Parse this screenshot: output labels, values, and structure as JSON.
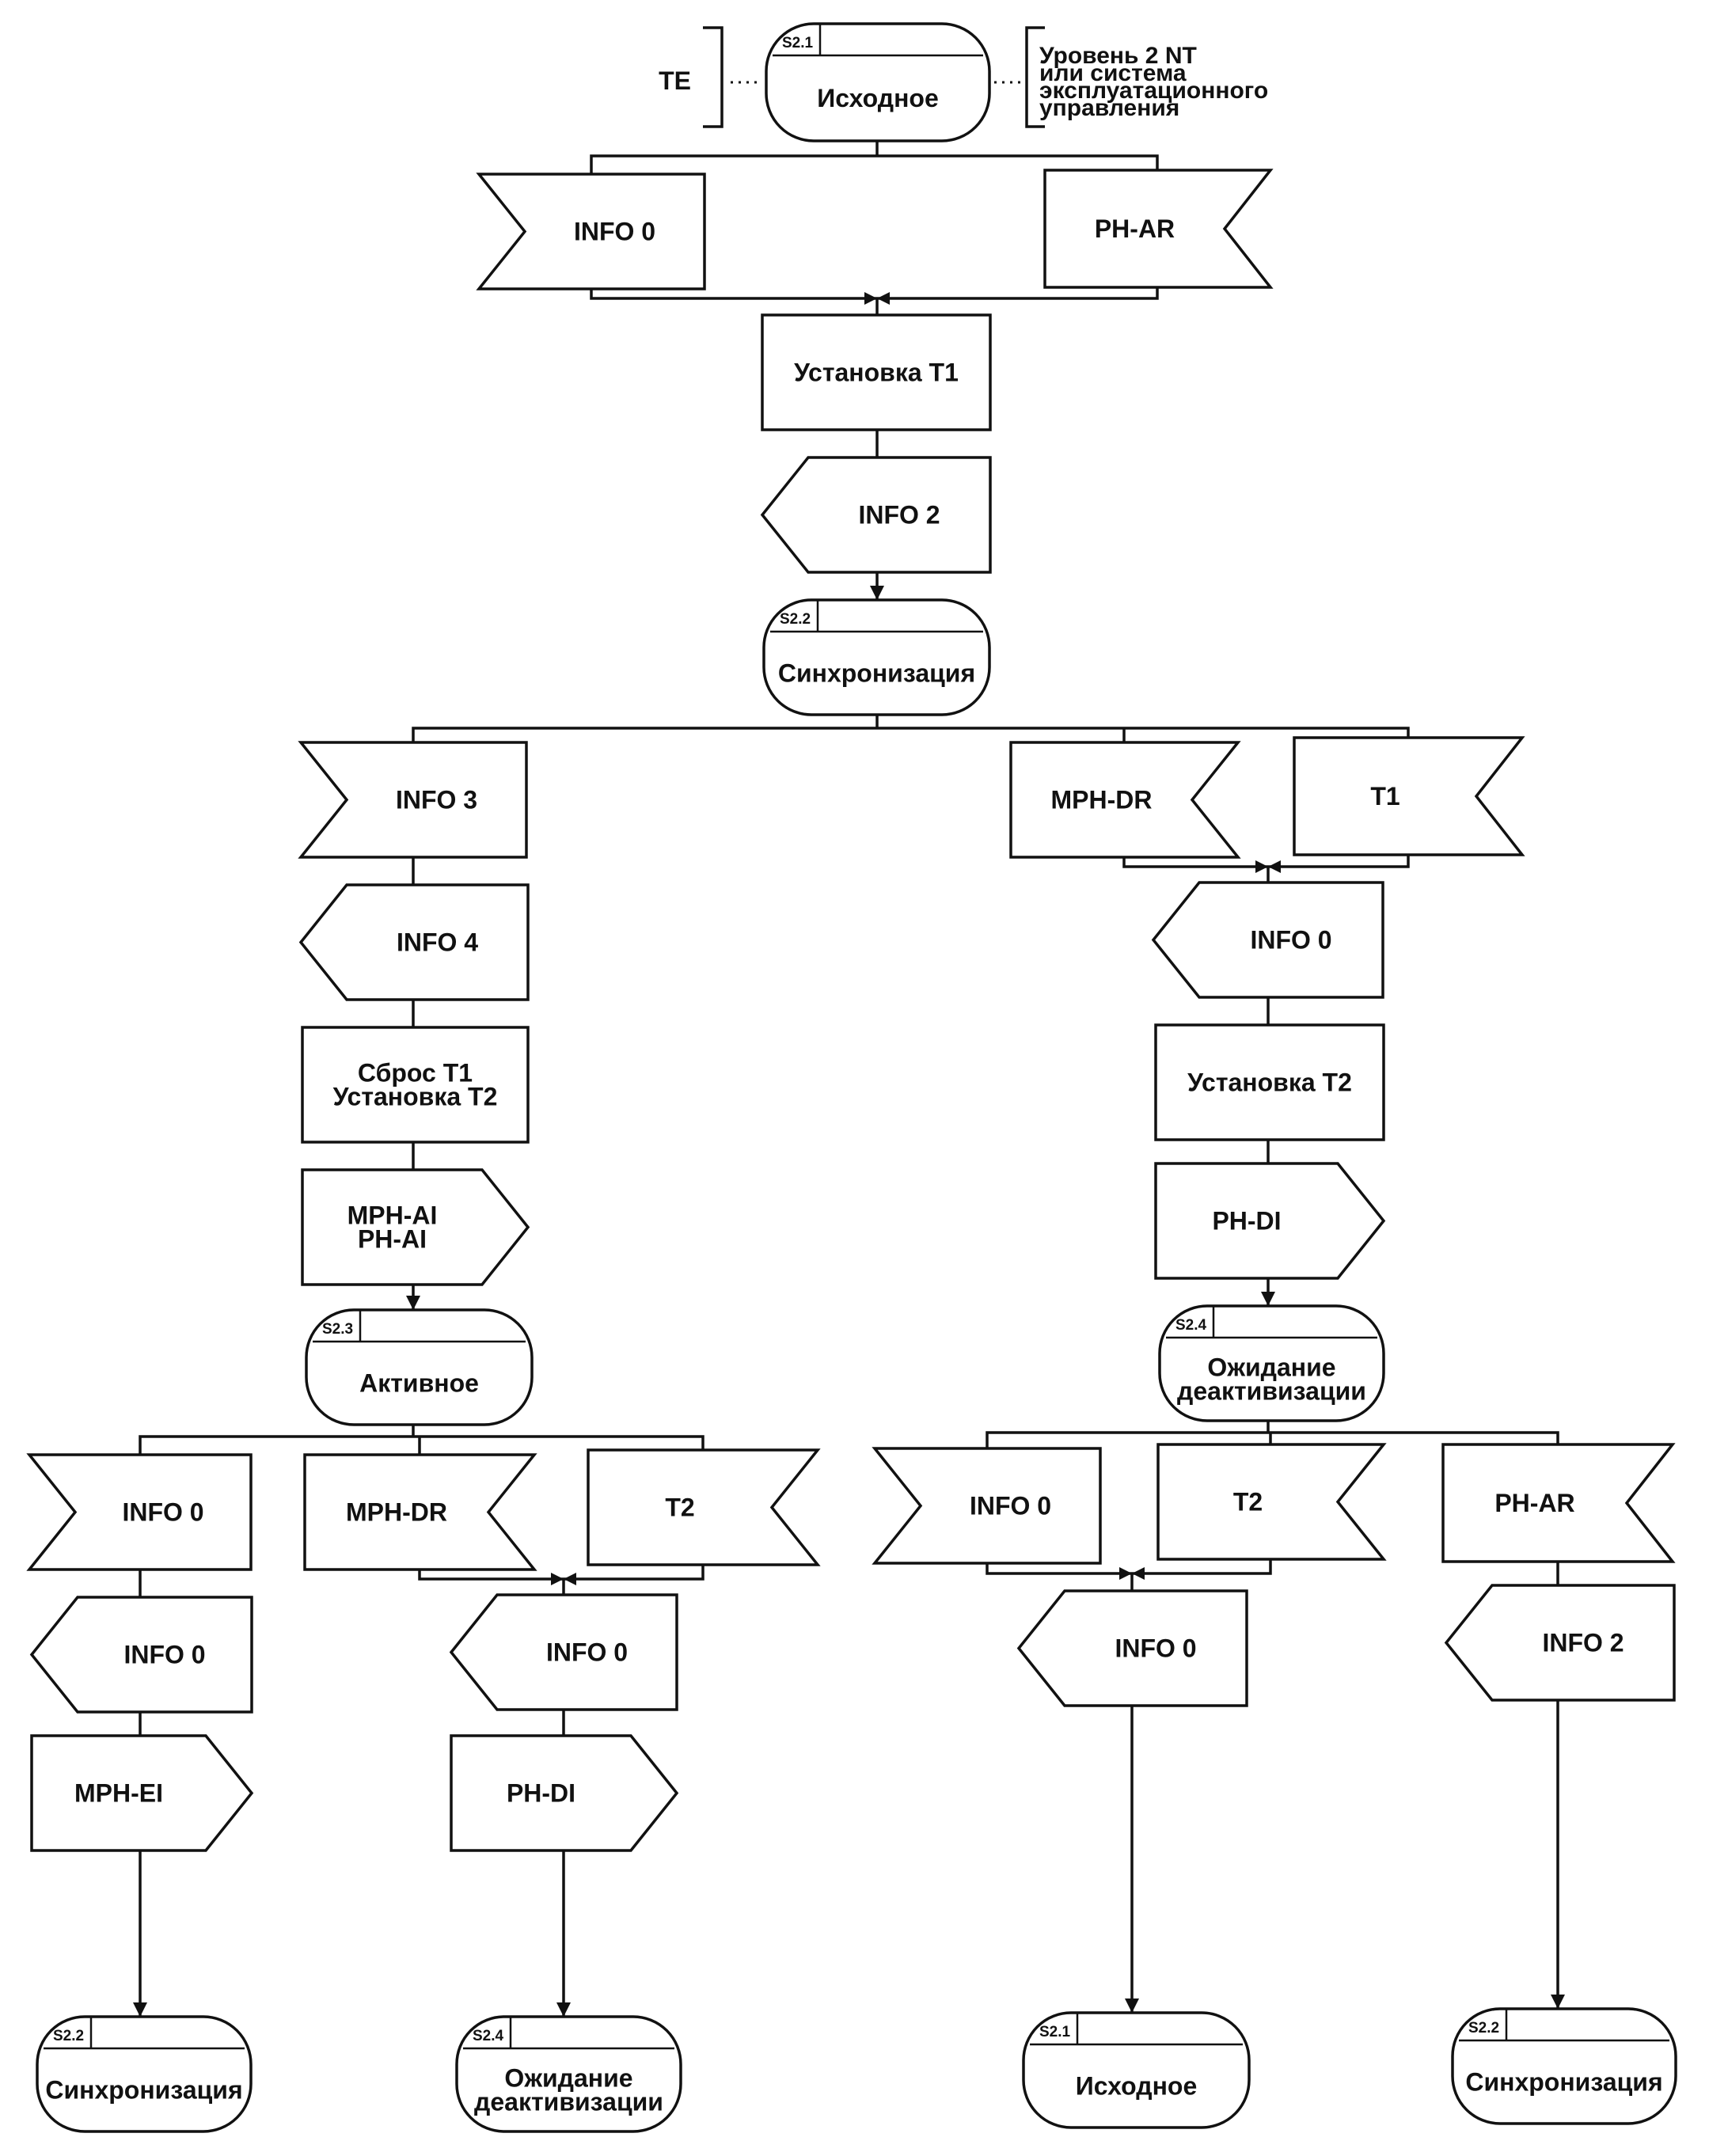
{
  "legend": {
    "left_label": "TE",
    "right_label_lines": [
      "Уровень 2 NT",
      "или система",
      "эксплуатационного",
      "управления"
    ]
  },
  "nodes": [
    {
      "id": "state-top",
      "kind": "state",
      "tag": "S2.1",
      "lines": [
        "Исходное"
      ]
    },
    {
      "id": "recv-info0-top",
      "kind": "input-right",
      "lines": [
        "INFO 0"
      ]
    },
    {
      "id": "recv-phar-top",
      "kind": "input-left",
      "lines": [
        "PH-AR"
      ]
    },
    {
      "id": "task-set-t1",
      "kind": "task",
      "lines": [
        "Установка T1"
      ]
    },
    {
      "id": "send-info2",
      "kind": "output-left",
      "lines": [
        "INFO 2"
      ]
    },
    {
      "id": "state-sync",
      "kind": "state",
      "tag": "S2.2",
      "lines": [
        "Синхронизация"
      ]
    },
    {
      "id": "recv-info3",
      "kind": "input-right",
      "lines": [
        "INFO 3"
      ]
    },
    {
      "id": "send-info4",
      "kind": "output-left",
      "lines": [
        "INFO 4"
      ]
    },
    {
      "id": "task-reset-t1",
      "kind": "task",
      "lines": [
        "Сброс T1",
        "Установка T2"
      ]
    },
    {
      "id": "out-mph-ai",
      "kind": "output-right",
      "lines": [
        "MPH-AI",
        "PH-AI"
      ]
    },
    {
      "id": "state-active",
      "kind": "state",
      "tag": "S2.3",
      "lines": [
        "Активное"
      ]
    },
    {
      "id": "recv-mphdr-1",
      "kind": "input-left",
      "lines": [
        "MPH-DR"
      ]
    },
    {
      "id": "recv-t1",
      "kind": "input-left",
      "lines": [
        "T1"
      ]
    },
    {
      "id": "send-info0-r",
      "kind": "output-left",
      "lines": [
        "INFO 0"
      ]
    },
    {
      "id": "task-set-t2",
      "kind": "task",
      "lines": [
        "Установка T2"
      ]
    },
    {
      "id": "out-phdi-r",
      "kind": "output-right",
      "lines": [
        "PH-DI"
      ]
    },
    {
      "id": "state-await",
      "kind": "state",
      "tag": "S2.4",
      "lines": [
        "Ожидание",
        "деактивизации"
      ]
    },
    {
      "id": "recv-info0-a",
      "kind": "input-right",
      "lines": [
        "INFO 0"
      ]
    },
    {
      "id": "send-info0-a",
      "kind": "output-left",
      "lines": [
        "INFO 0"
      ]
    },
    {
      "id": "out-mph-ei",
      "kind": "output-right",
      "lines": [
        "MPH-EI"
      ]
    },
    {
      "id": "state-end-1",
      "kind": "state",
      "tag": "S2.2",
      "lines": [
        "Синхронизация"
      ]
    },
    {
      "id": "recv-mphdr-2",
      "kind": "input-left",
      "lines": [
        "MPH-DR"
      ]
    },
    {
      "id": "recv-t2-a",
      "kind": "input-left",
      "lines": [
        "T2"
      ]
    },
    {
      "id": "send-info0-b",
      "kind": "output-left",
      "lines": [
        "INFO 0"
      ]
    },
    {
      "id": "out-phdi-b",
      "kind": "output-right",
      "lines": [
        "PH-DI"
      ]
    },
    {
      "id": "state-end-2",
      "kind": "state",
      "tag": "S2.4",
      "lines": [
        "Ожидание",
        "деактивизации"
      ]
    },
    {
      "id": "recv-info0-w",
      "kind": "input-right",
      "lines": [
        "INFO 0"
      ]
    },
    {
      "id": "recv-t2-w",
      "kind": "input-left",
      "lines": [
        "T2"
      ]
    },
    {
      "id": "send-info0-w",
      "kind": "output-left",
      "lines": [
        "INFO 0"
      ]
    },
    {
      "id": "state-end-3",
      "kind": "state",
      "tag": "S2.1",
      "lines": [
        "Исходное"
      ]
    },
    {
      "id": "recv-phar-w",
      "kind": "input-left",
      "lines": [
        "PH-AR"
      ]
    },
    {
      "id": "send-info2-w",
      "kind": "output-left",
      "lines": [
        "INFO 2"
      ]
    },
    {
      "id": "state-end-4",
      "kind": "state",
      "tag": "S2.2",
      "lines": [
        "Синхронизация"
      ]
    }
  ]
}
